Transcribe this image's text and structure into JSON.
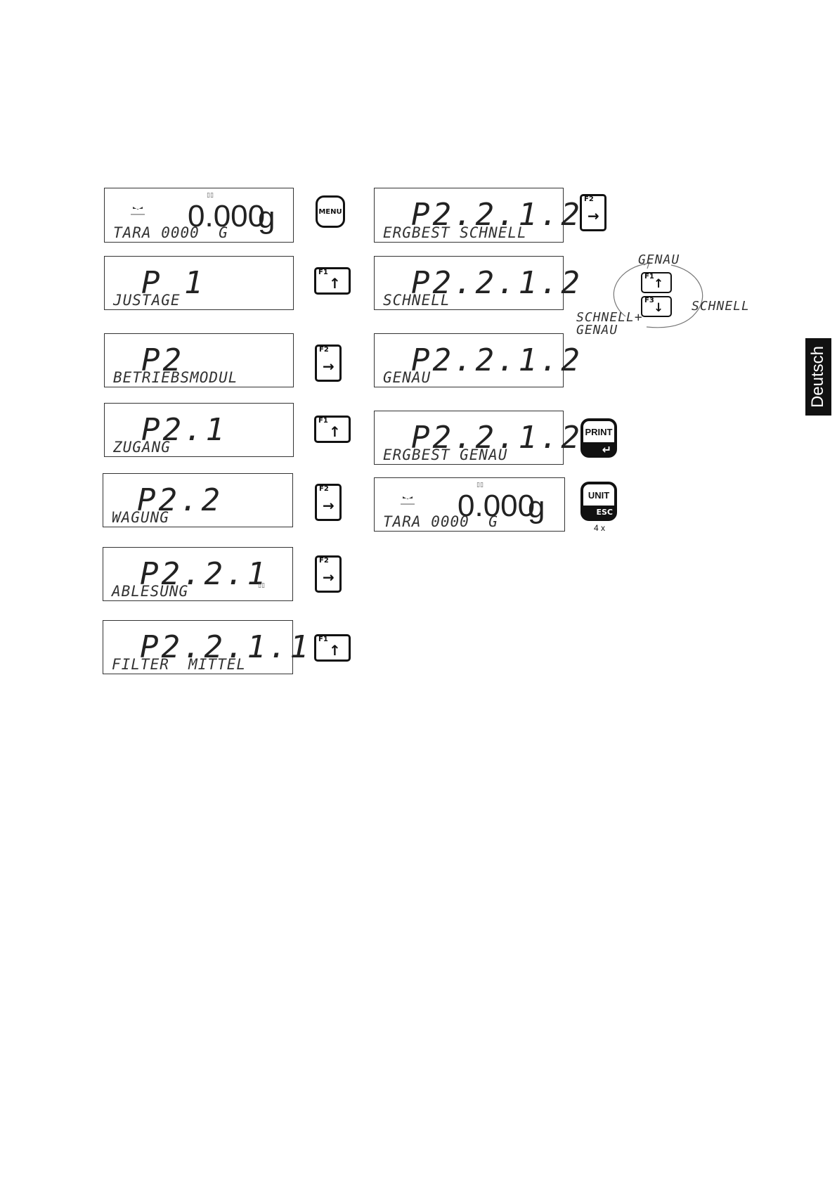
{
  "side_tab": "Deutsch",
  "left_column": [
    {
      "code": "0.000",
      "unit": "g",
      "sub": "TARA 0000  G",
      "type": "weight"
    },
    {
      "code": "P 1",
      "sub": "JUSTAGE"
    },
    {
      "code": "P2",
      "sub": "BETRIEBSMODUL"
    },
    {
      "code": "P2.1",
      "sub": "ZUGANG"
    },
    {
      "code": "P2.2",
      "sub": "WAGUNG"
    },
    {
      "code": "P2.2.1",
      "sub": "ABLESUNG"
    },
    {
      "code": "P2.2.1.1",
      "sub": "FILTER  MITTEL"
    }
  ],
  "left_keys": [
    {
      "label": "MENU",
      "icon": "menu-key"
    },
    {
      "label": "F1",
      "icon": "up-arrow"
    },
    {
      "label": "F2",
      "icon": "right-arrow"
    },
    {
      "label": "F1",
      "icon": "up-arrow"
    },
    {
      "label": "F2",
      "icon": "right-arrow"
    },
    {
      "label": "F2",
      "icon": "right-arrow"
    },
    {
      "label": "F1",
      "icon": "up-arrow"
    }
  ],
  "right_column": [
    {
      "code": "P2.2.1.2",
      "sub": "ERGBEST SCHNELL"
    },
    {
      "code": "P2.2.1.2",
      "sub": "SCHNELL"
    },
    {
      "code": "P2.2.1.2",
      "sub": "GENAU"
    },
    {
      "code": "P2.2.1.2",
      "sub": "ERGBEST GENAU"
    },
    {
      "code": "0.000",
      "unit": "g",
      "sub": "TARA 0000  G",
      "type": "weight"
    }
  ],
  "right_keys": {
    "f2": {
      "label": "F2",
      "icon": "right-arrow"
    },
    "cycle": {
      "top": "GENAU",
      "right": "SCHNELL",
      "left_line1": "SCHNELL+",
      "left_line2": "GENAU",
      "f1": "F1",
      "f3": "F3"
    },
    "print": {
      "label": "PRINT",
      "icon": "enter-arrow"
    },
    "unit": {
      "label": "UNIT",
      "sub": "ESC",
      "repeat": "4 x"
    }
  }
}
